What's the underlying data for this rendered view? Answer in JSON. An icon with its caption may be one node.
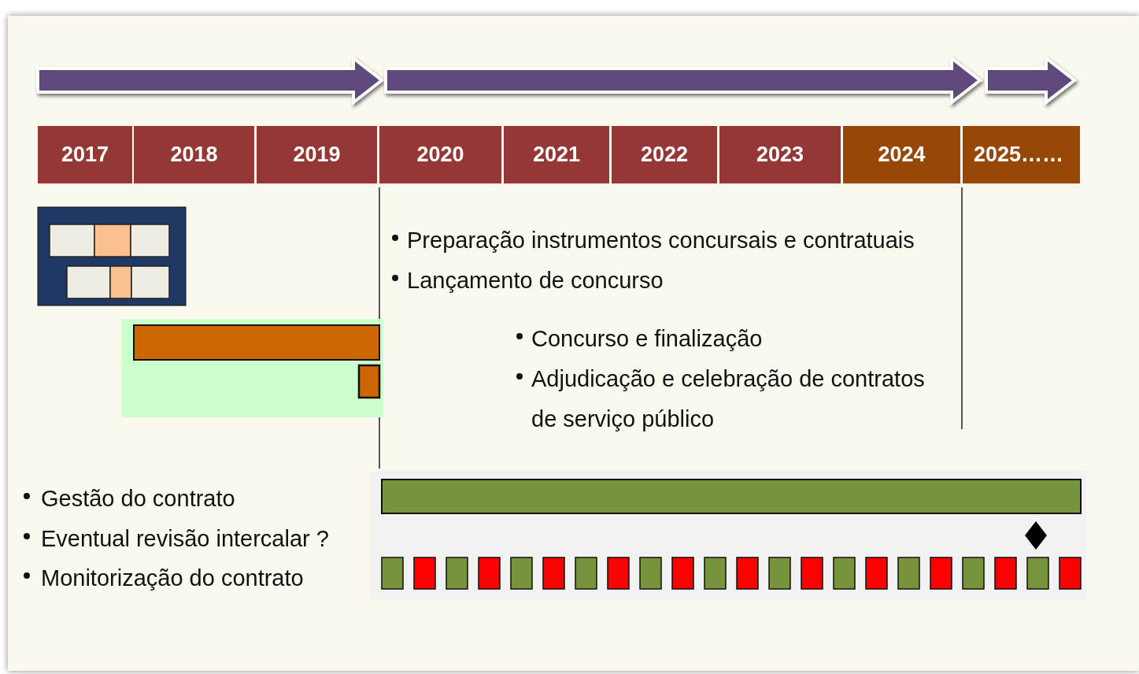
{
  "diagram": {
    "nodes": [
      {
        "text": [
          "2017"
        ]
      },
      {
        "text": [
          "2018"
        ]
      },
      {
        "text": [
          "2019"
        ]
      },
      {
        "text": [
          "2020"
        ]
      },
      {
        "text": [
          "2021"
        ]
      },
      {
        "text": [
          "2022"
        ]
      },
      {
        "text": [
          "2023"
        ]
      },
      {
        "text": [
          "2024"
        ]
      },
      {
        "text": [
          "2025……"
        ]
      }
    ],
    "labels": [
      "Preparação instrumentos concursais e contratuais",
      "Lançamento de concurso",
      "Concurso e finalização",
      "Adjudicação e celebração de contratos de serviço público",
      "Gestão do contrato",
      "Eventual revisão intercalar ?",
      "Monitorização do contrato"
    ]
  }
}
